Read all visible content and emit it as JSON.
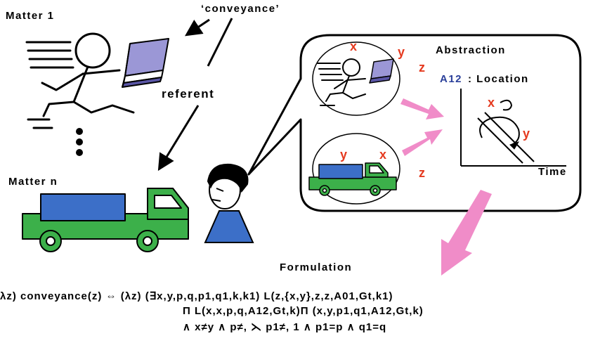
{
  "labels": {
    "matter1": "Matter 1",
    "conveyance": "‘conveyance’",
    "referent": "referent",
    "matter_n": "Matter n",
    "abstraction": "Abstraction",
    "location_code": "A12",
    "location_text": ": Location",
    "time": "Time",
    "formulation": "Formulation",
    "var_x": "x",
    "var_y": "y",
    "var_z": "z"
  },
  "formula": {
    "line1": "λz) conveyance(z) ⇔ (λz) (∃x,y,p,q,p1,q1,k,k1) L(z,{x,y},z,z,A01,Gt,k1)",
    "line2": "Π L(x,x,p,q,A12,Gt,k)Π (x,y,p1,q1,A12,Gt,k)",
    "line3": "∧ x≠y ∧ p≠, ⋋ p1≠, 1 ∧ p1=p ∧ q1=q"
  },
  "colors": {
    "arrow_pink": "#f08cc8",
    "label_red": "#e53a1f",
    "label_blue": "#2a3f9a",
    "truck_green": "#3cb04a",
    "truck_blue": "#3c6fc8",
    "book": "#9b97d6",
    "person_blue": "#3c6fc8"
  }
}
